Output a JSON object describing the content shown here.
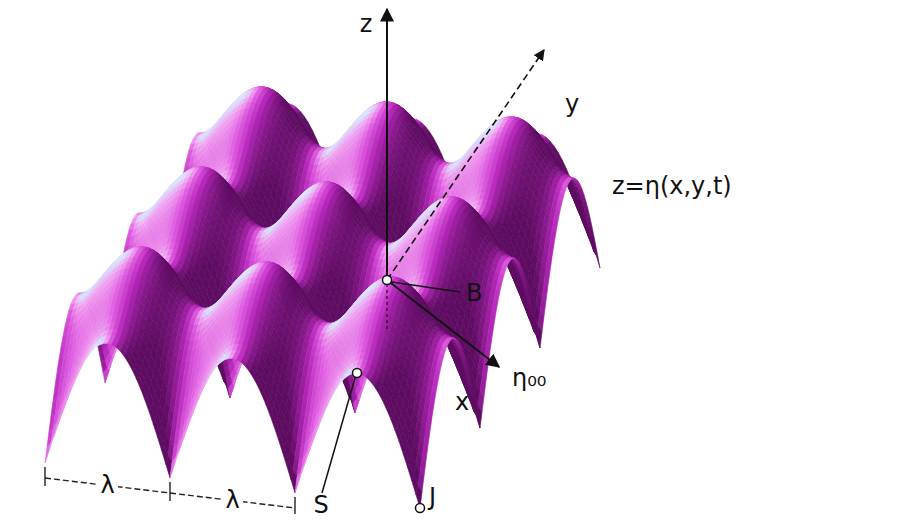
{
  "diagram": {
    "labels": [
      "z",
      "y",
      "z=η(x,y,t)",
      "B",
      "x",
      "η₀₀",
      "λ",
      "λ",
      "S",
      "J"
    ]
  }
}
